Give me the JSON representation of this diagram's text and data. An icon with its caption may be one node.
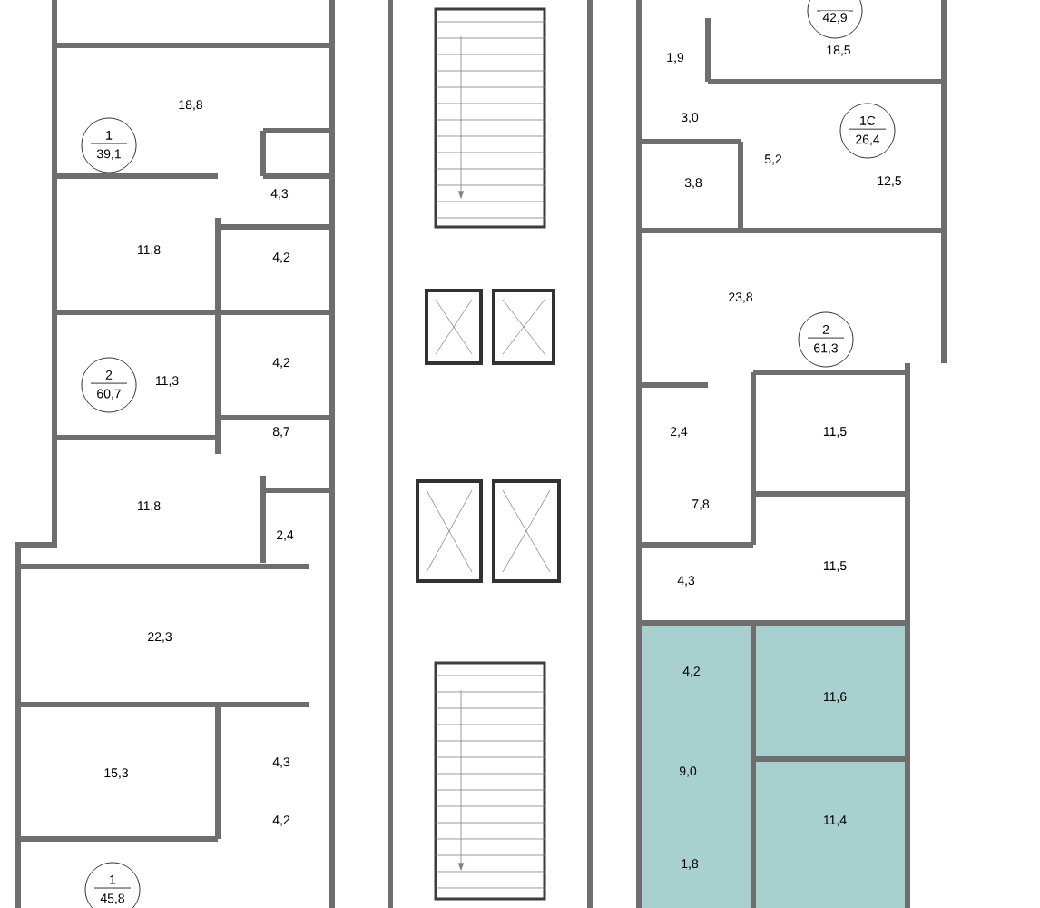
{
  "diagram": {
    "nodes": [
      {
        "text": [
          "42,9"
        ]
      },
      {
        "text": [
          "1",
          "39,1"
        ]
      },
      {
        "text": [
          "1С",
          "26,4"
        ]
      },
      {
        "text": [
          "2",
          "61,3"
        ]
      },
      {
        "text": [
          "2",
          "60,7"
        ]
      },
      {
        "text": [
          "1",
          "45,8"
        ]
      }
    ],
    "labels": [
      "18,5",
      "1,9",
      "18,8",
      "3,0",
      "5,2",
      "3,8",
      "12,5",
      "4,3",
      "11,8",
      "4,2",
      "23,8",
      "4,2",
      "11,3",
      "8,7",
      "2,4",
      "11,5",
      "11,8",
      "7,8",
      "2,4",
      "11,5",
      "4,3",
      "22,3",
      "4,2",
      "11,6",
      "4,3",
      "15,3",
      "9,0",
      "4,2",
      "11,4",
      "1,8"
    ]
  }
}
